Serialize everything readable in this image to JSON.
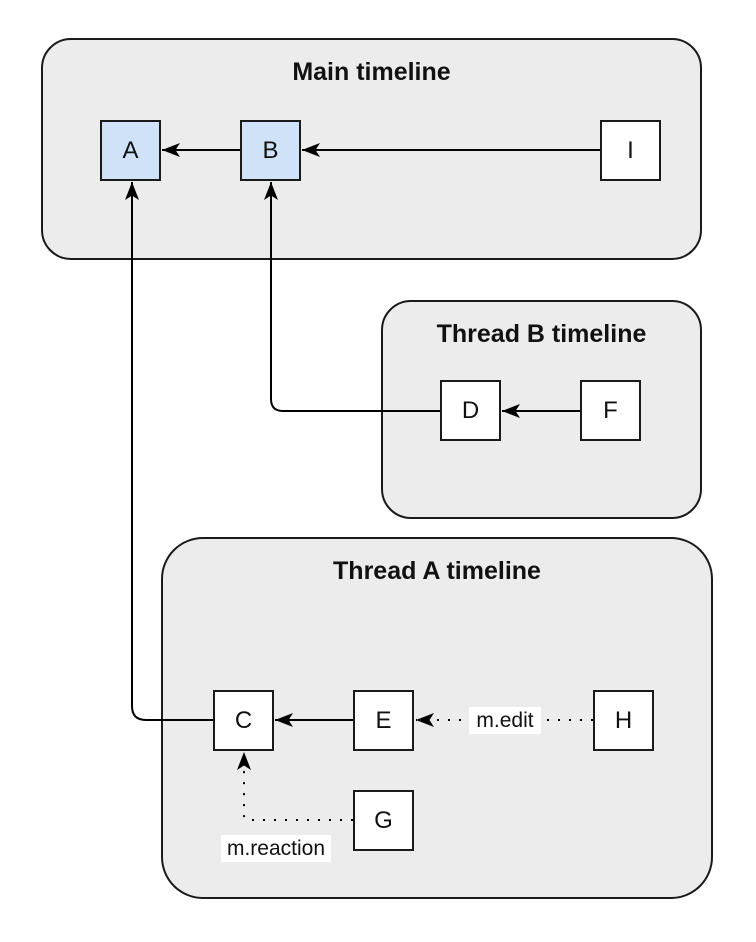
{
  "groups": {
    "main": {
      "title": "Main timeline"
    },
    "thread_b": {
      "title": "Thread B timeline"
    },
    "thread_a": {
      "title": "Thread A timeline"
    }
  },
  "nodes": {
    "a": {
      "label": "A",
      "highlighted": true
    },
    "b": {
      "label": "B",
      "highlighted": true
    },
    "i": {
      "label": "I",
      "highlighted": false
    },
    "d": {
      "label": "D",
      "highlighted": false
    },
    "f": {
      "label": "F",
      "highlighted": false
    },
    "c": {
      "label": "C",
      "highlighted": false
    },
    "e": {
      "label": "E",
      "highlighted": false
    },
    "h": {
      "label": "H",
      "highlighted": false
    },
    "g": {
      "label": "G",
      "highlighted": false
    }
  },
  "edges": [
    {
      "from": "B",
      "to": "A",
      "style": "solid"
    },
    {
      "from": "I",
      "to": "B",
      "style": "solid"
    },
    {
      "from": "D",
      "to": "B",
      "style": "solid"
    },
    {
      "from": "F",
      "to": "D",
      "style": "solid"
    },
    {
      "from": "C",
      "to": "A",
      "style": "solid"
    },
    {
      "from": "E",
      "to": "C",
      "style": "solid"
    },
    {
      "from": "H",
      "to": "E",
      "style": "dotted",
      "label": "m.edit"
    },
    {
      "from": "G",
      "to": "C",
      "style": "dotted",
      "label": "m.reaction"
    }
  ],
  "edge_labels": {
    "edit": "m.edit",
    "reaction": "m.reaction"
  },
  "colors": {
    "background": "#ffffff",
    "group_fill": "#ececec",
    "group_border": "#1a1a1a",
    "node_fill": "#ffffff",
    "node_fill_highlight": "#cfe2f7",
    "node_border": "#1a1a1a",
    "line": "#000000",
    "label_background": "#ffffff"
  }
}
